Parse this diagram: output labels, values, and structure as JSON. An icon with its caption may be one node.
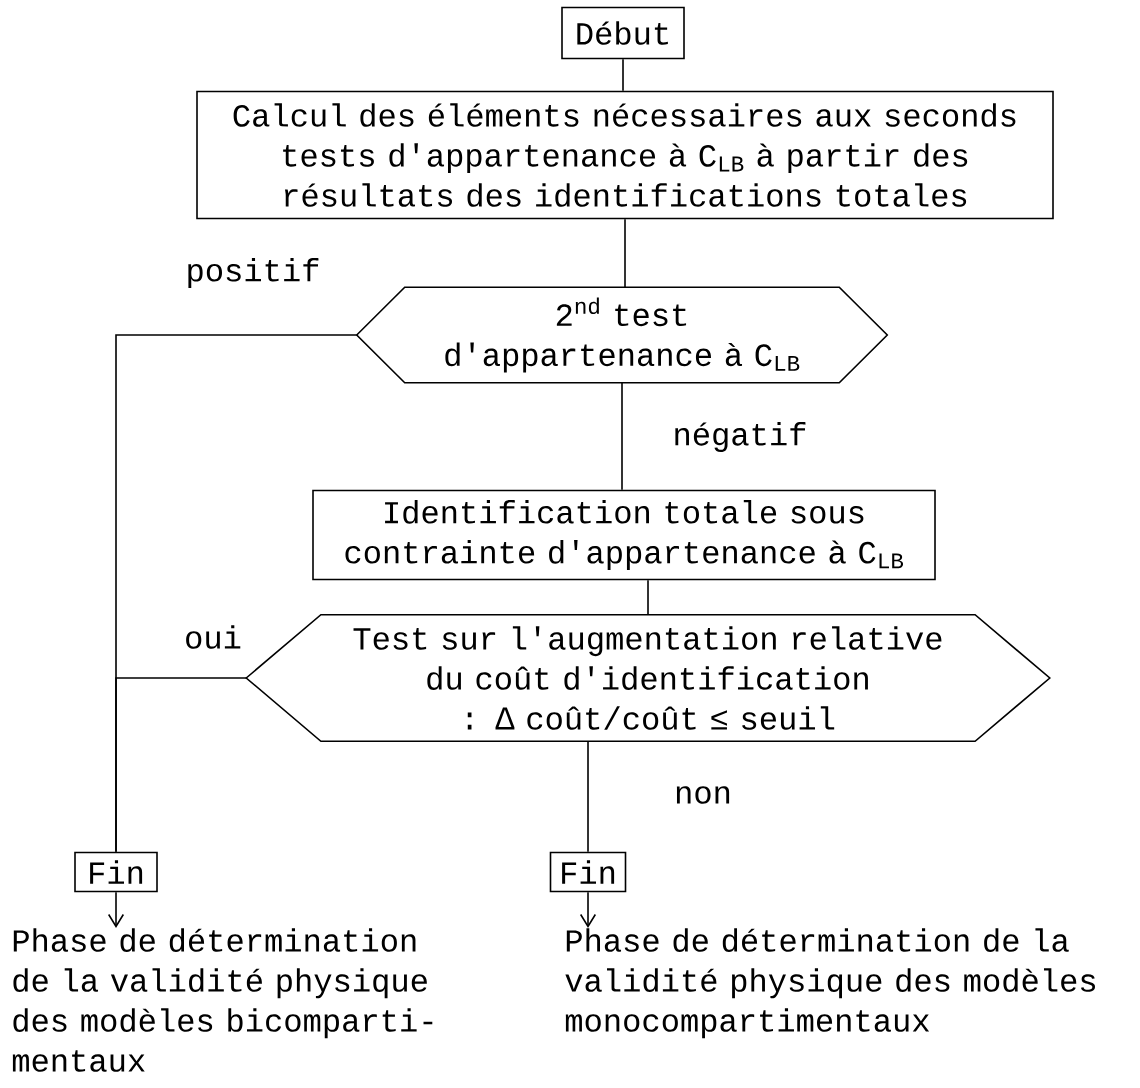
{
  "diagram": {
    "nodes": [
      {
        "text": [
          "Début"
        ]
      },
      {
        "text": [
          "Calcul des éléments nécessaires aux seconds tests d'appartenance à C$_{LB}$ à partir des résultats des identifications totales"
        ]
      },
      {
        "text": [
          "2$^{nd}$ test d'appartenance à C$_{LB}$"
        ]
      },
      {
        "text": [
          "Identification totale sous contrainte d'appartenance à C$_{LB}$"
        ]
      },
      {
        "text": [
          "Test sur l'augmentation relative du coût d'identification : ∆ coût/coût ≤ seuil"
        ]
      },
      {
        "text": [
          "Fin"
        ]
      },
      {
        "text": [
          "Fin"
        ]
      },
      {
        "text": [
          "Phase de détermination de la validité physique des modèles bicomparti- mentaux"
        ]
      },
      {
        "text": [
          "Phase de détermination de la validité physique des modèles monocompartimentaux"
        ]
      }
    ],
    "edges": [
      {
        "from": 0,
        "to": 1,
        "arrow": "none"
      },
      {
        "from": 1,
        "to": 2,
        "arrow": "none"
      },
      {
        "from": 2,
        "to": 5,
        "arrow": "none",
        "label": "positif"
      },
      {
        "from": 2,
        "to": 3,
        "arrow": "none",
        "label": "négatif"
      },
      {
        "from": 3,
        "to": 4,
        "arrow": "none"
      },
      {
        "from": 4,
        "to": 5,
        "arrow": "none",
        "label": "oui"
      },
      {
        "from": 4,
        "to": 6,
        "arrow": "none",
        "label": "non"
      },
      {
        "from": 5,
        "to": 7,
        "arrow": "to"
      },
      {
        "from": 6,
        "to": 8,
        "arrow": "to"
      }
    ]
  }
}
